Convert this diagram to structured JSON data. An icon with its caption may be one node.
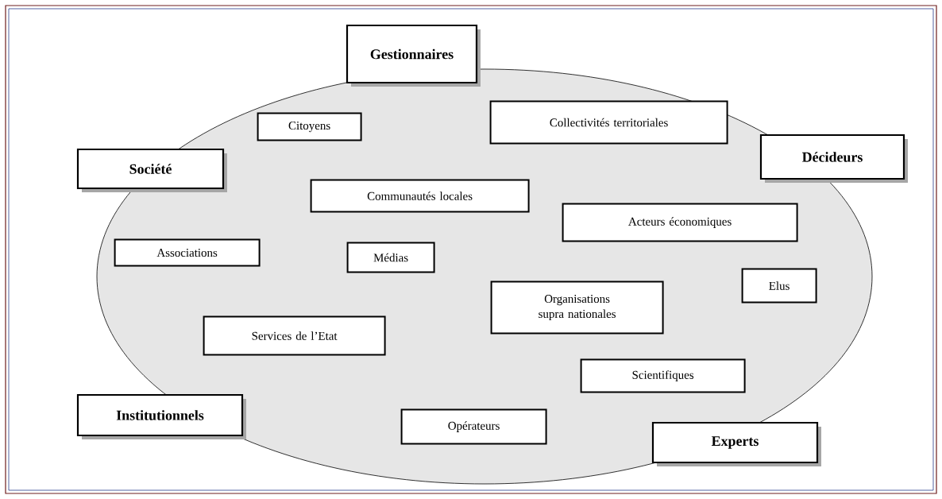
{
  "diagram": {
    "nodes": [
      {
        "text": [],
        "shape": "ellipse"
      },
      {
        "text": [
          "Gestionnaires"
        ]
      },
      {
        "text": [
          "Collectivités territoriales"
        ],
        "in": 0
      },
      {
        "text": [
          "Citoyens"
        ],
        "in": 0
      },
      {
        "text": [
          "Décideurs"
        ]
      },
      {
        "text": [
          "Société"
        ]
      },
      {
        "text": [
          "Communautés locales"
        ],
        "in": 0
      },
      {
        "text": [
          "Acteurs économiques"
        ],
        "in": 0
      },
      {
        "text": [
          "Associations"
        ],
        "in": 0
      },
      {
        "text": [
          "Médias"
        ],
        "in": 0
      },
      {
        "text": [
          "Elus"
        ],
        "in": 0
      },
      {
        "text": [
          "Organisations supra nationales"
        ],
        "in": 0
      },
      {
        "text": [
          "Services de l’Etat"
        ],
        "in": 0
      },
      {
        "text": [
          "Scientifiques"
        ],
        "in": 0
      },
      {
        "text": [
          "Institutionnels"
        ]
      },
      {
        "text": [
          "Opérateurs"
        ],
        "in": 0
      },
      {
        "text": [
          "Experts"
        ]
      }
    ]
  }
}
